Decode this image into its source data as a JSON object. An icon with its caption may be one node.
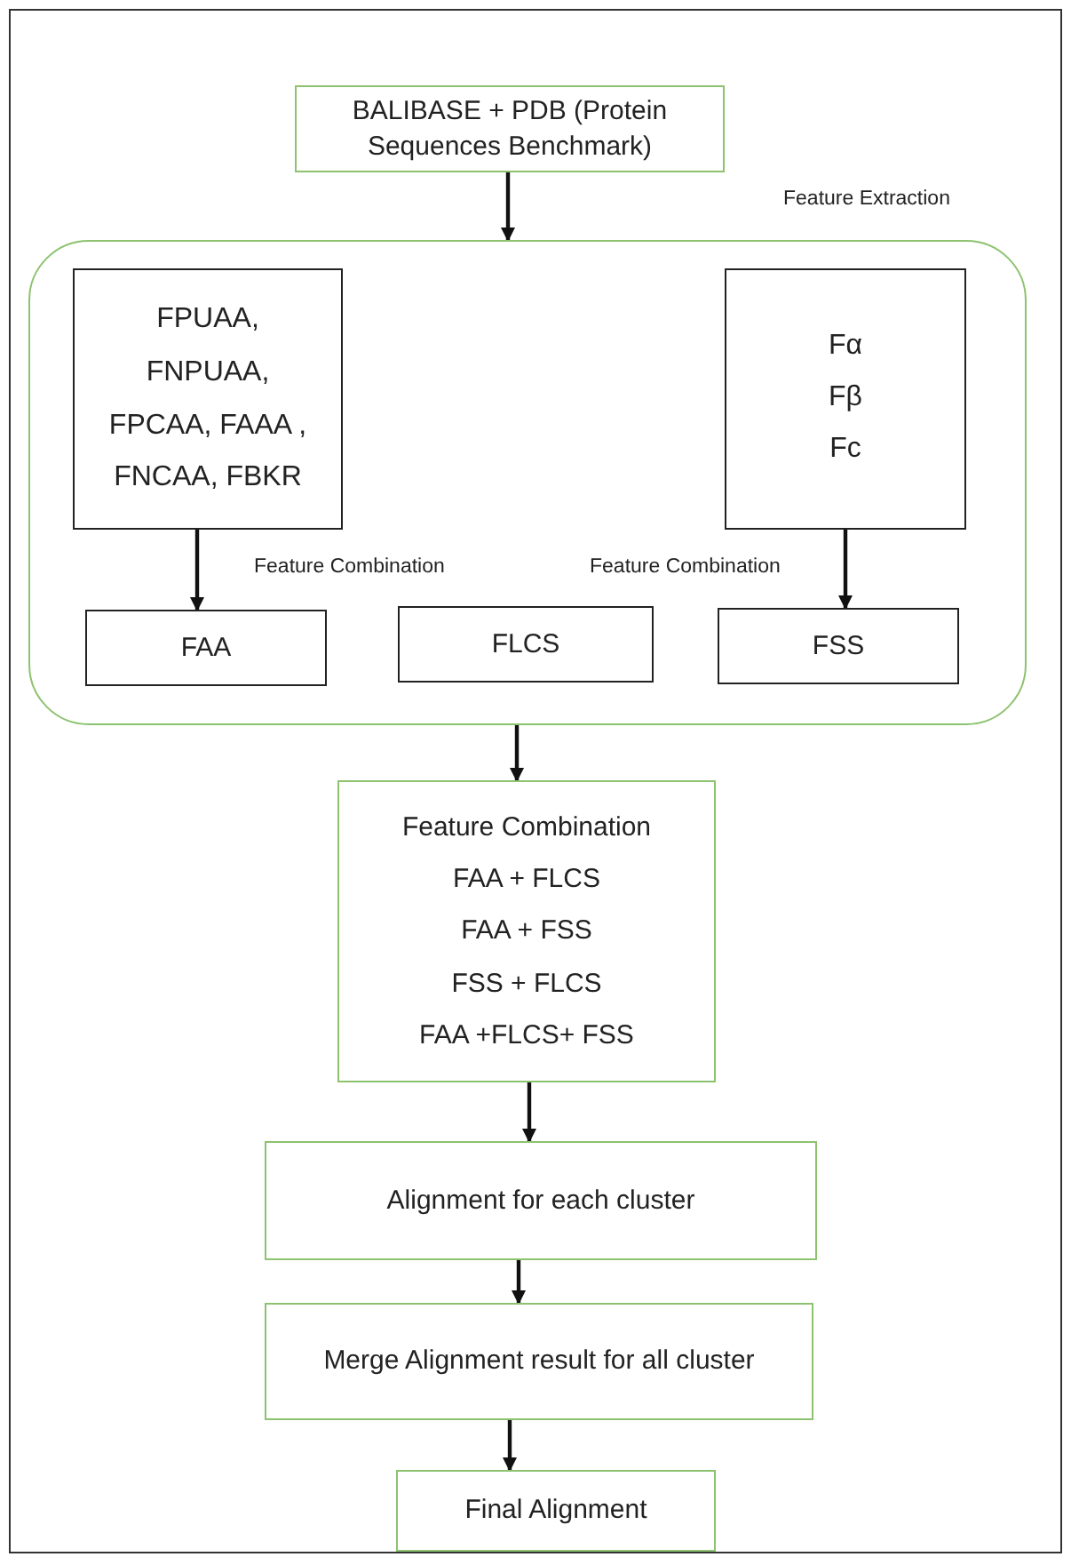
{
  "diagram": {
    "nodes": [
      {
        "text": [
          "BALIBASE + PDB (Protein Sequences Benchmark)"
        ]
      },
      {
        "text": [
          "Feature Extraction"
        ]
      },
      {
        "text": [
          "FPUAA, FNPUAA, FPCAA, FAAA , FNCAA, FBKR"
        ],
        "in": 1
      },
      {
        "text": [
          "Fα",
          "Fβ",
          "Fc"
        ],
        "in": 1
      },
      {
        "text": [
          "FAA"
        ],
        "in": 1
      },
      {
        "text": [
          "FLCS"
        ],
        "in": 1
      },
      {
        "text": [
          "FSS"
        ],
        "in": 1
      },
      {
        "text": [
          "Feature Combination",
          "FAA + FLCS",
          "FAA + FSS",
          "FSS + FLCS",
          "FAA +FLCS+ FSS"
        ]
      },
      {
        "text": [
          "Alignment for each cluster"
        ]
      },
      {
        "text": [
          "Merge Alignment result for all cluster"
        ]
      },
      {
        "text": [
          "Final Alignment"
        ]
      }
    ],
    "edges": [
      {
        "from": 0,
        "to": 1,
        "arrow": "to"
      },
      {
        "from": 2,
        "to": 4,
        "arrow": "to"
      },
      {
        "from": 3,
        "to": 6,
        "arrow": "to"
      },
      {
        "from": 1,
        "to": 7,
        "arrow": "to"
      },
      {
        "from": 7,
        "to": 8,
        "arrow": "to"
      },
      {
        "from": 8,
        "to": 9,
        "arrow": "to"
      },
      {
        "from": 9,
        "to": 10,
        "arrow": "to"
      }
    ],
    "labels": [
      "Feature Combination",
      "Feature Combination"
    ]
  }
}
